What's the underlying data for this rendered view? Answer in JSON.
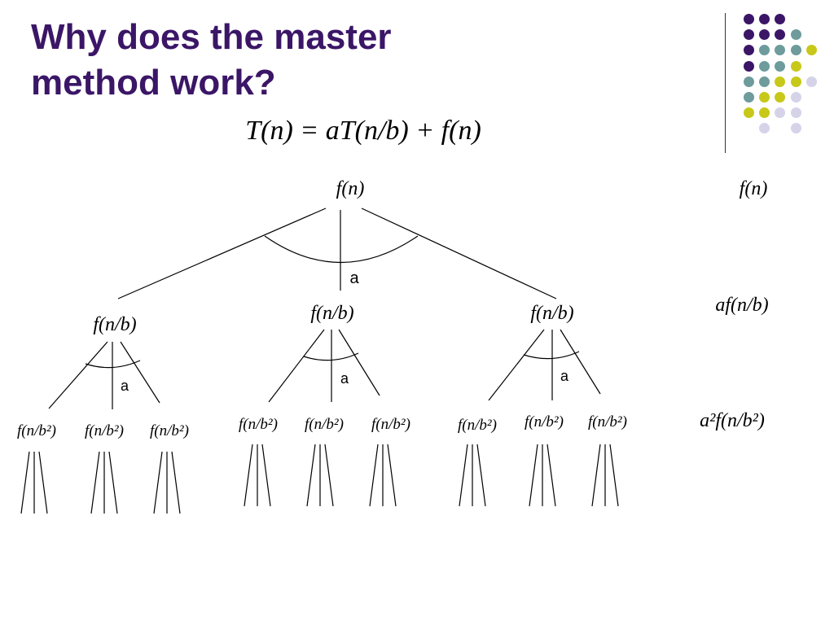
{
  "title": {
    "line1": "Why does the master",
    "line2": "method work?"
  },
  "colors": {
    "title": "#3b1667",
    "dot_purple": "#3b1667",
    "dot_teal": "#6e9b9b",
    "dot_yellow": "#c8c81a",
    "dot_lavender": "#d5d3e8"
  },
  "recurrence": "T(n) = aT(n/b) + f(n)",
  "tree": {
    "root": "f(n)",
    "branch_label": "a",
    "level1": [
      "f(n/b)",
      "f(n/b)",
      "f(n/b)"
    ],
    "level2": [
      "f(n/b²)",
      "f(n/b²)",
      "f(n/b²)",
      "f(n/b²)",
      "f(n/b²)",
      "f(n/b²)",
      "f(n/b²)",
      "f(n/b²)",
      "f(n/b²)"
    ]
  },
  "level_costs": [
    "f(n)",
    "af(n/b)",
    "a²f(n/b²)"
  ],
  "decoration_dots": [
    {
      "row": 0,
      "col": 0,
      "color": "purple"
    },
    {
      "row": 0,
      "col": 1,
      "color": "purple"
    },
    {
      "row": 0,
      "col": 2,
      "color": "purple"
    },
    {
      "row": 1,
      "col": 0,
      "color": "purple"
    },
    {
      "row": 1,
      "col": 1,
      "color": "purple"
    },
    {
      "row": 1,
      "col": 2,
      "color": "purple"
    },
    {
      "row": 1,
      "col": 3,
      "color": "teal"
    },
    {
      "row": 2,
      "col": 0,
      "color": "purple"
    },
    {
      "row": 2,
      "col": 1,
      "color": "teal"
    },
    {
      "row": 2,
      "col": 2,
      "color": "teal"
    },
    {
      "row": 2,
      "col": 3,
      "color": "teal"
    },
    {
      "row": 2,
      "col": 4,
      "color": "yellow"
    },
    {
      "row": 3,
      "col": 0,
      "color": "purple"
    },
    {
      "row": 3,
      "col": 1,
      "color": "teal"
    },
    {
      "row": 3,
      "col": 2,
      "color": "teal"
    },
    {
      "row": 3,
      "col": 3,
      "color": "yellow"
    },
    {
      "row": 4,
      "col": 0,
      "color": "teal"
    },
    {
      "row": 4,
      "col": 1,
      "color": "teal"
    },
    {
      "row": 4,
      "col": 2,
      "color": "yellow"
    },
    {
      "row": 4,
      "col": 3,
      "color": "yellow"
    },
    {
      "row": 4,
      "col": 4,
      "color": "lavender"
    },
    {
      "row": 5,
      "col": 0,
      "color": "teal"
    },
    {
      "row": 5,
      "col": 1,
      "color": "yellow"
    },
    {
      "row": 5,
      "col": 2,
      "color": "yellow"
    },
    {
      "row": 5,
      "col": 3,
      "color": "lavender"
    },
    {
      "row": 6,
      "col": 0,
      "color": "yellow"
    },
    {
      "row": 6,
      "col": 1,
      "color": "yellow"
    },
    {
      "row": 6,
      "col": 2,
      "color": "lavender"
    },
    {
      "row": 6,
      "col": 3,
      "color": "lavender"
    },
    {
      "row": 7,
      "col": 1,
      "color": "lavender"
    },
    {
      "row": 7,
      "col": 3,
      "color": "lavender"
    }
  ]
}
